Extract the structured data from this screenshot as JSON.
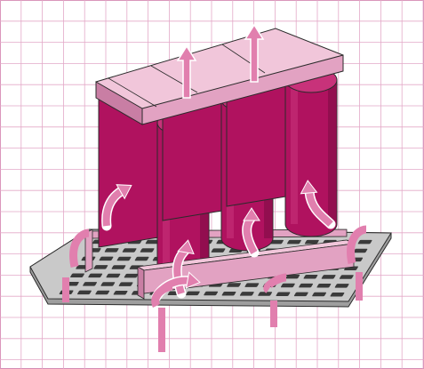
{
  "diagram": {
    "subject": "transformer-cooling-airflow",
    "components": [
      "grid-background",
      "ventilated-base-plate",
      "support-feet",
      "coil-1",
      "coil-2",
      "coil-3",
      "top-clamp-frame",
      "bottom-clamp-frame"
    ],
    "coil_count": 3,
    "airflow_up_arrows": 2,
    "airflow_curved_arrows": 5,
    "intake_strips": 4
  },
  "colors": {
    "background": "#ffffff",
    "grid": "#e3a9c8",
    "grid_border": "#d58bb3",
    "coil": "#b0125f",
    "coil_dark": "#7a0b41",
    "coil_light": "#c8327a",
    "frame_light": "#f1c6da",
    "frame_mid": "#e2a2c2",
    "frame_dark": "#c97ea4",
    "base_plate": "#c9c9c9",
    "base_slot": "#3a3a3a",
    "arrow": "#e17fae",
    "arrow_edge": "#ffffff",
    "outline": "#2b2b2b"
  }
}
